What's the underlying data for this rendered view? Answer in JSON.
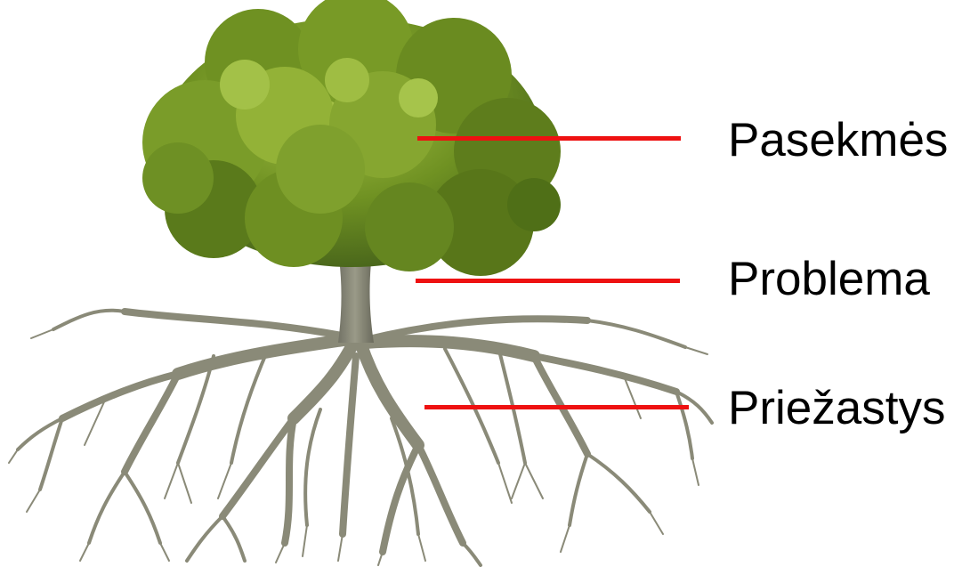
{
  "labels": {
    "consequences": "Pasekmės",
    "problem": "Problema",
    "causes": "Priežastys"
  },
  "colors": {
    "pointer_line": "#ee1111",
    "canopy_dark": "#4f6f17",
    "canopy_mid": "#6f9122",
    "canopy_light": "#98b83a",
    "trunk_roots": "#8a8a78"
  },
  "icons": {
    "tree": "tree-with-roots"
  }
}
